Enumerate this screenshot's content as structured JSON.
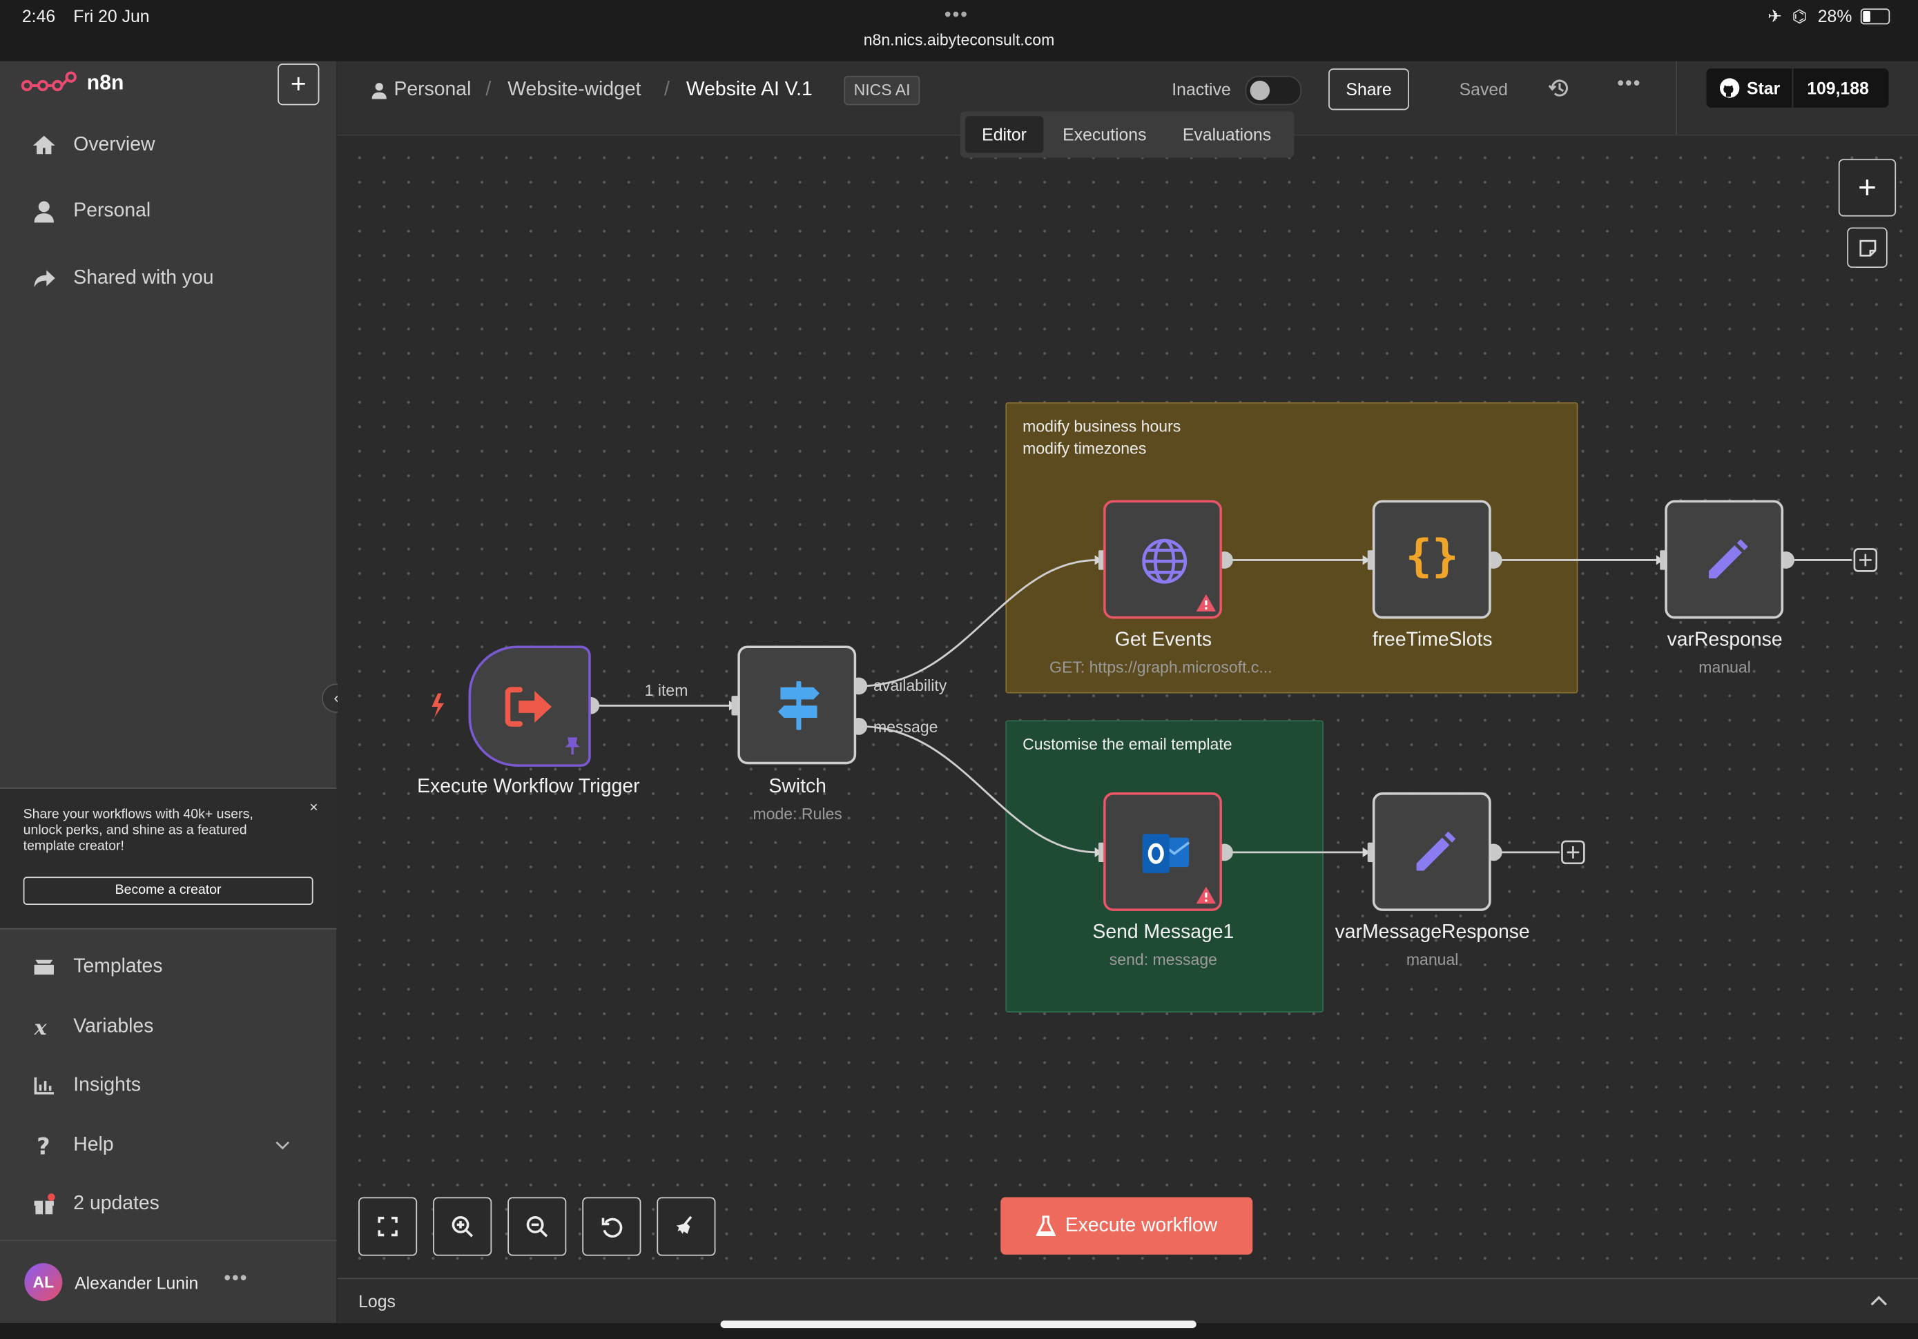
{
  "status": {
    "time": "2:46",
    "date": "Fri 20 Jun",
    "url": "n8n.nics.aibyteconsult.com",
    "battery": "28%"
  },
  "app": {
    "name": "n8n"
  },
  "sidebar": {
    "items": [
      {
        "label": "Overview",
        "icon": "home-icon"
      },
      {
        "label": "Personal",
        "icon": "user-icon"
      },
      {
        "label": "Shared with you",
        "icon": "share-icon"
      }
    ],
    "promo": {
      "text": "Share your workflows with 40k+ users, unlock perks, and shine as a featured template creator!",
      "button": "Become a creator",
      "close": "×"
    },
    "bottom_items": [
      {
        "label": "Templates"
      },
      {
        "label": "Variables"
      },
      {
        "label": "Insights"
      },
      {
        "label": "Help"
      },
      {
        "label": "2 updates"
      }
    ],
    "user": {
      "initials": "AL",
      "name": "Alexander Lunin"
    }
  },
  "header": {
    "breadcrumb": [
      "Personal",
      "Website-widget",
      "Website AI V.1"
    ],
    "tag": "NICS AI",
    "status_label": "Inactive",
    "share": "Share",
    "saved": "Saved",
    "github": {
      "star": "Star",
      "count": "109,188"
    }
  },
  "tabs": [
    "Editor",
    "Executions",
    "Evaluations"
  ],
  "canvas": {
    "stickies": [
      {
        "text": "modify business hours\nmodify timezones",
        "color": "#5c4b1e"
      },
      {
        "text": "Customise the email template",
        "color": "#1f4a33"
      }
    ],
    "nodes": [
      {
        "name": "Execute Workflow Trigger",
        "sub": ""
      },
      {
        "name": "Switch",
        "sub": "mode: Rules"
      },
      {
        "name": "Get Events",
        "sub": "GET: https://graph.microsoft.c..."
      },
      {
        "name": "freeTimeSlots",
        "sub": ""
      },
      {
        "name": "varResponse",
        "sub": "manual"
      },
      {
        "name": "Send Message1",
        "sub": "send: message"
      },
      {
        "name": "varMessageResponse",
        "sub": "manual"
      }
    ],
    "edge_labels": {
      "items": "1 item",
      "availability": "availability",
      "message": "message"
    }
  },
  "execute_button": "Execute workflow",
  "logs": "Logs"
}
